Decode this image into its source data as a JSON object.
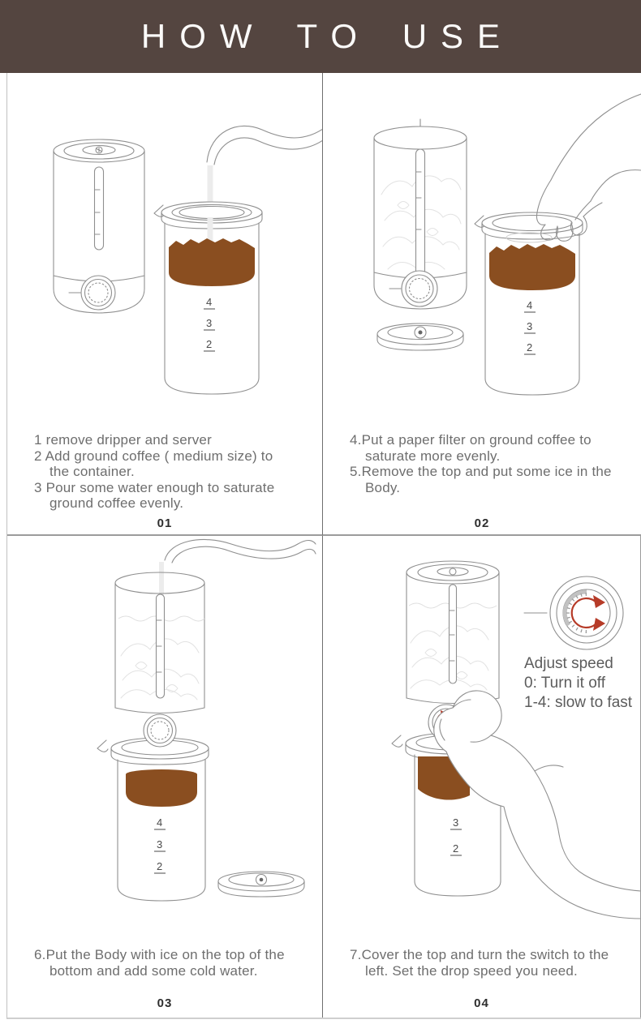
{
  "header": {
    "title": "HOW TO USE"
  },
  "panels": [
    {
      "number": "01",
      "steps": [
        "1 remove dripper and server",
        "2 Add ground coffee ( medium size) to the container.",
        "3 Pour some water enough to saturate ground coffee evenly."
      ],
      "marks": [
        "4",
        "3",
        "2"
      ]
    },
    {
      "number": "02",
      "steps": [
        "4.Put a paper filter on ground coffee to saturate more evenly.",
        "5.Remove the top and put some ice in the Body."
      ],
      "marks": [
        "4",
        "3",
        "2"
      ]
    },
    {
      "number": "03",
      "steps": [
        "6.Put the Body with ice on the  top of the bottom and add  some cold water."
      ],
      "marks": [
        "4",
        "3",
        "2"
      ]
    },
    {
      "number": "04",
      "steps": [
        "7.Cover the top and turn the switch to the left. Set the drop speed you need."
      ],
      "marks": [
        "3",
        "2"
      ],
      "dial_note": {
        "line1": "Adjust speed",
        "line2": "0: Turn it off",
        "line3": "1-4: slow to fast"
      }
    }
  ],
  "colors": {
    "header_bg": "#544540",
    "coffee": "#8a4e20",
    "arrow_red": "#b63b28",
    "line_art": "#8f8f8f",
    "body_text": "#6e6e6e",
    "divider_horizontal": "#9c9c9c",
    "divider_vertical": "#6e6e6e"
  }
}
